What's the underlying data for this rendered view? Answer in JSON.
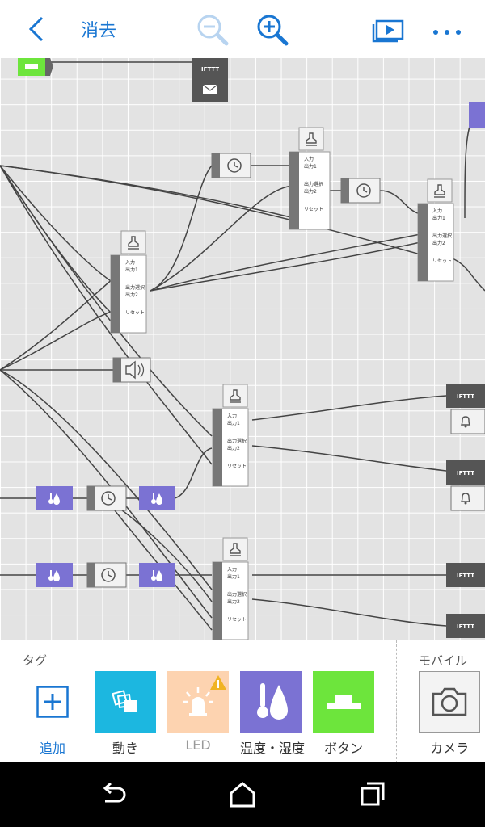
{
  "topbar": {
    "back_icon": "chevron-left-icon",
    "delete_label": "消去",
    "zoom_out_icon": "zoom-out-icon",
    "zoom_in_icon": "zoom-in-icon",
    "preview_icon": "slideshow-play-icon",
    "more_icon": "more-dots-icon",
    "accent_color": "#1976d2"
  },
  "canvas": {
    "node_labels": {
      "ifttt": "IFTTT",
      "input": "入力",
      "output1": "出力1",
      "output_select": "出力選択",
      "output2": "出力2",
      "reset": "リセット"
    }
  },
  "tray": {
    "tags_heading": "タグ",
    "mobile_heading": "モバイル",
    "items": [
      {
        "label": "追加",
        "icon": "plus-icon",
        "color": "#1976d2"
      },
      {
        "label": "動き",
        "icon": "motion-icon",
        "color": "#1cb7e0"
      },
      {
        "label": "LED",
        "icon": "led-icon",
        "color": "#fdd3b0",
        "warning": "warning-icon"
      },
      {
        "label": "温度・湿度",
        "icon": "temperature-humidity-icon",
        "color": "#7b72d3"
      },
      {
        "label": "ボタン",
        "icon": "button-icon",
        "color": "#6de53c"
      },
      {
        "label": "カメラ",
        "icon": "camera-icon",
        "color": "#f3f3f3"
      }
    ]
  },
  "navbar": {
    "back_icon": "nav-back-icon",
    "home_icon": "nav-home-icon",
    "recents_icon": "nav-recents-icon"
  }
}
